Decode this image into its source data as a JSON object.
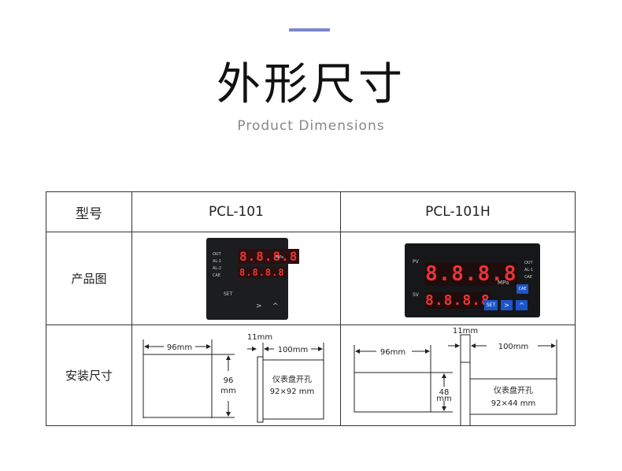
{
  "header": {
    "title": "外形尺寸",
    "subtitle": "Product Dimensions",
    "accent": "#7b86cf"
  },
  "table": {
    "headers": [
      "型号",
      "PCL-101",
      "PCL-101H"
    ],
    "rows": [
      {
        "label": "产品图"
      },
      {
        "label": "安装尺寸"
      }
    ]
  },
  "pcl101": {
    "pv": "8.8.8.8",
    "sv": "8.8.8.8",
    "unit": "MPa",
    "set": "SET",
    "leds": [
      "OUT",
      "AL-1",
      "AL-2",
      "CAE"
    ],
    "dims": {
      "width": "96mm",
      "height_num": "96",
      "height_unit": "mm",
      "depth_front": "11mm",
      "depth": "100mm",
      "cutout_label": "仪表盘开孔",
      "cutout": "92×92 mm"
    }
  },
  "pcl101h": {
    "pv_label": "PV",
    "sv_label": "SV",
    "pv": "8.8.8.8",
    "sv": "8.8.8.8",
    "unit": "MPa",
    "set": "SET",
    "cae": "CAE",
    "leds": [
      "OUT",
      "AL-1",
      "CAE"
    ],
    "dims": {
      "width": "96mm",
      "height_num": "48",
      "height_unit": "mm",
      "depth_front": "11mm",
      "depth": "100mm",
      "cutout_label": "仪表盘开孔",
      "cutout": "92×44 mm"
    }
  }
}
